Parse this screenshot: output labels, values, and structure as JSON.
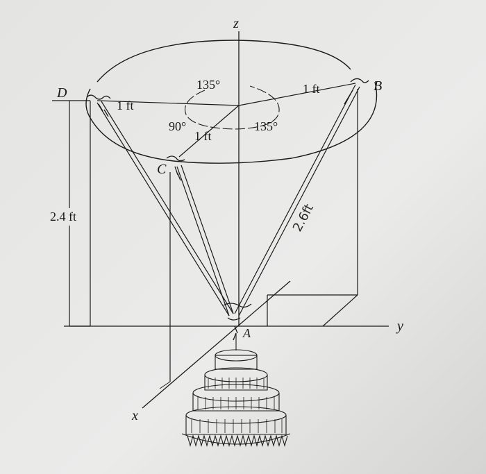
{
  "axes": {
    "z": "z",
    "y": "y",
    "x": "x"
  },
  "points": {
    "A": "A",
    "B": "B",
    "C": "C",
    "D": "D"
  },
  "dimensions": {
    "d_radius": "1 ft",
    "b_radius": "1 ft",
    "c_radius": "1 ft",
    "height": "2.4 ft",
    "angle_db": "135°",
    "angle_dc": "90°",
    "angle_cb": "135°"
  },
  "handwritten": {
    "cable_length": "2.6ft"
  },
  "colors": {
    "paper": "#e9e9e7",
    "ink": "#1a1a1a",
    "shadow": "#c9c9c7"
  }
}
